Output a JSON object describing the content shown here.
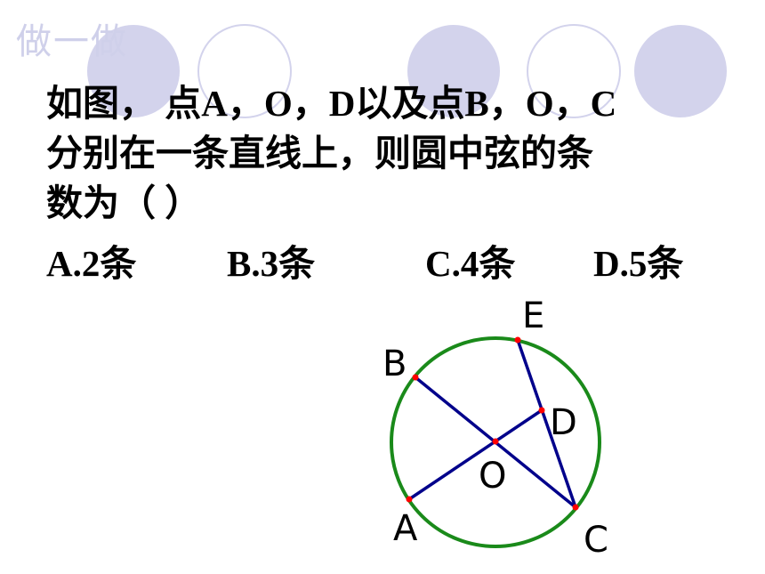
{
  "slide": {
    "title": "做一做",
    "decor_circle_fill": "#cfd0ea"
  },
  "question": {
    "line1": "如图， 点A，O，D以及点B，O，C",
    "line2": "分别在一条直线上，则圆中弦的条",
    "line3": "数为（        ）"
  },
  "options": {
    "a": "A.2条",
    "b": "B.3条",
    "c": "C.4条",
    "d": "D.5条"
  },
  "figure": {
    "labels": {
      "A": "A",
      "B": "B",
      "C": "C",
      "D": "D",
      "E": "E",
      "O": "O"
    },
    "circle_color": "#1a8a1a",
    "line_color": "#00008b",
    "point_color": "#ff0000"
  }
}
